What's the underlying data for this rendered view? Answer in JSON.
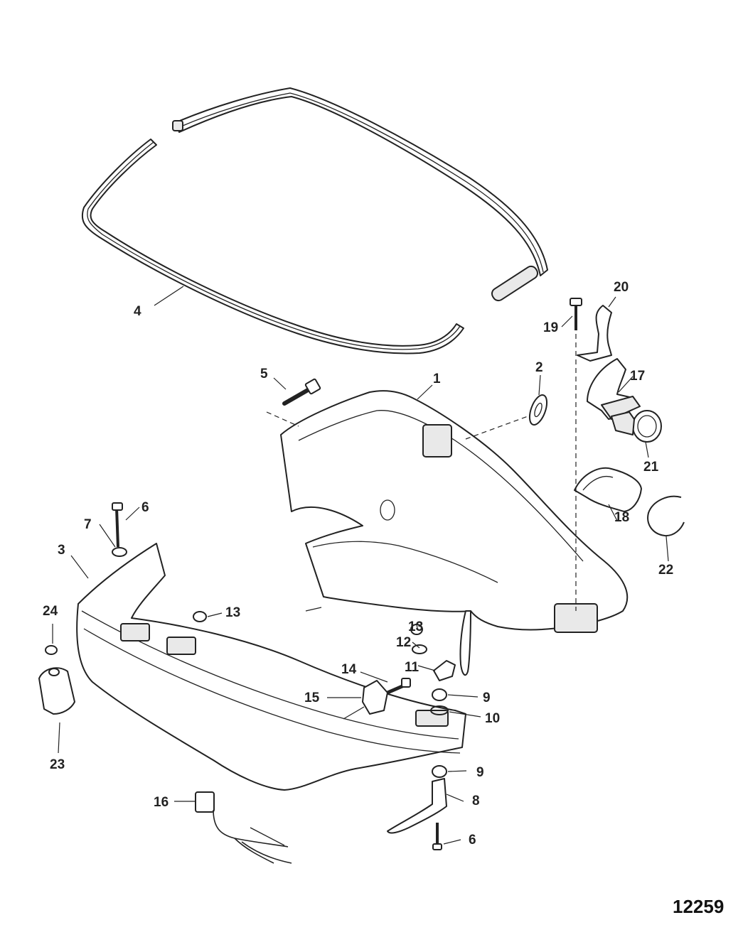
{
  "figure_number": "12259",
  "callouts": [
    {
      "id": "c1",
      "text": "1"
    },
    {
      "id": "c2",
      "text": "2"
    },
    {
      "id": "c3",
      "text": "3"
    },
    {
      "id": "c4",
      "text": "4"
    },
    {
      "id": "c5",
      "text": "5"
    },
    {
      "id": "c6a",
      "text": "6"
    },
    {
      "id": "c6b",
      "text": "6"
    },
    {
      "id": "c7",
      "text": "7"
    },
    {
      "id": "c8",
      "text": "8"
    },
    {
      "id": "c9a",
      "text": "9"
    },
    {
      "id": "c9b",
      "text": "9"
    },
    {
      "id": "c10",
      "text": "10"
    },
    {
      "id": "c11",
      "text": "11"
    },
    {
      "id": "c12",
      "text": "12"
    },
    {
      "id": "c13a",
      "text": "13"
    },
    {
      "id": "c13b",
      "text": "13"
    },
    {
      "id": "c14",
      "text": "14"
    },
    {
      "id": "c15",
      "text": "15"
    },
    {
      "id": "c16",
      "text": "16"
    },
    {
      "id": "c17",
      "text": "17"
    },
    {
      "id": "c18",
      "text": "18"
    },
    {
      "id": "c19",
      "text": "19"
    },
    {
      "id": "c20",
      "text": "20"
    },
    {
      "id": "c21",
      "text": "21"
    },
    {
      "id": "c22",
      "text": "22"
    },
    {
      "id": "c23",
      "text": "23"
    },
    {
      "id": "c24",
      "text": "24"
    }
  ]
}
